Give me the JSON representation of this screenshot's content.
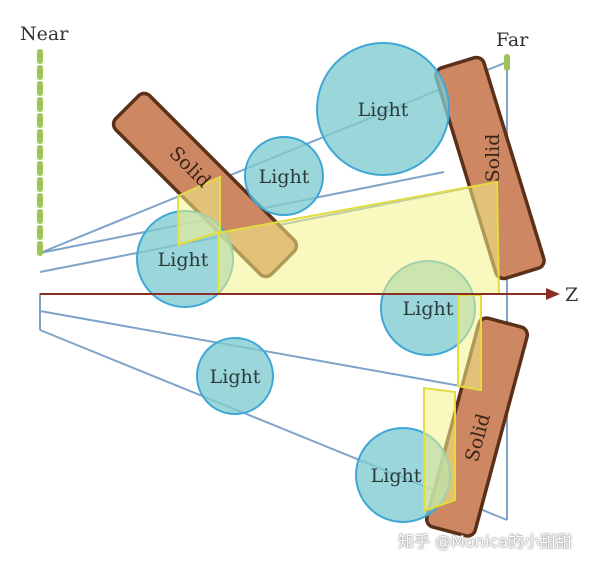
{
  "labels": {
    "near": "Near",
    "far": "Far",
    "axis": "Z"
  },
  "lights": [
    {
      "label": "Light"
    },
    {
      "label": "Light"
    },
    {
      "label": "Light"
    },
    {
      "label": "Light"
    },
    {
      "label": "Light"
    },
    {
      "label": "Light"
    }
  ],
  "solids": [
    {
      "label": "Solid"
    },
    {
      "label": "Solid"
    },
    {
      "label": "Solid"
    }
  ],
  "watermark": "知乎 @Monica的小甜甜",
  "colors": {
    "light_fill": "#7fcbcf",
    "light_stroke": "#3fa7d6",
    "solid_fill": "#cd8762",
    "solid_stroke": "#5a3018",
    "frustum_line": "#7fa3c8",
    "near_plane": "#9cc456",
    "z_axis": "#8b2f25",
    "slab_fill": "#f4f28a",
    "slab_stroke": "#e2dc3e"
  }
}
